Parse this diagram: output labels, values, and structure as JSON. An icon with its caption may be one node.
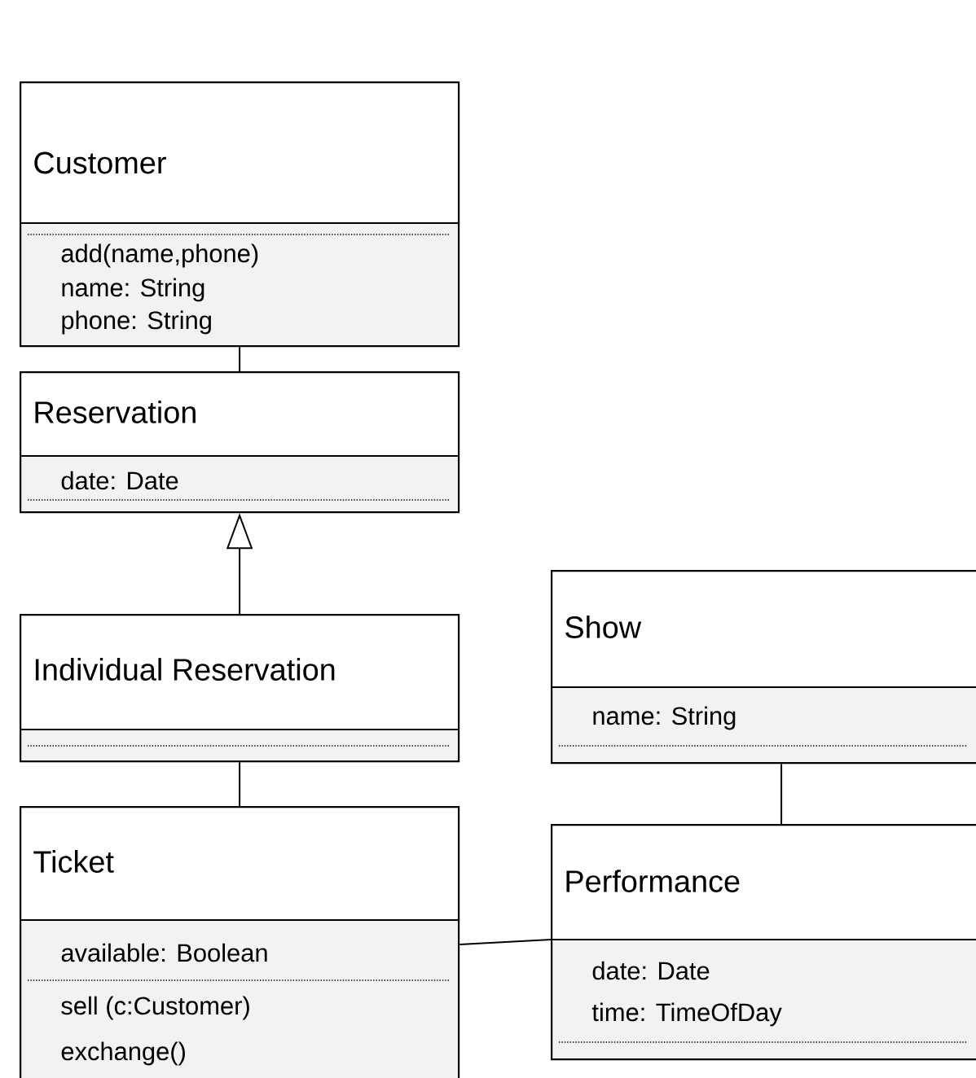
{
  "diagram": {
    "nodes": [
      {
        "text": [
          "Customer",
          "add(name,phone)",
          "name: String",
          "phone: String"
        ]
      },
      {
        "text": [
          "Reservation",
          "date: Date"
        ]
      },
      {
        "text": [
          "Individual Reservation"
        ]
      },
      {
        "text": [
          "Ticket",
          "available: Boolean",
          "sell (c:Customer)",
          "exchange()"
        ]
      },
      {
        "text": [
          "Show",
          "name: String"
        ]
      },
      {
        "text": [
          "Performance",
          "date: Date",
          "time: TimeOfDay"
        ]
      }
    ],
    "edges": [
      {
        "from": 0,
        "to": 1,
        "arrow": "none"
      },
      {
        "from": 2,
        "to": 1,
        "arrow": "to"
      },
      {
        "from": 2,
        "to": 3,
        "arrow": "none"
      },
      {
        "from": 4,
        "to": 5,
        "arrow": "none"
      },
      {
        "from": 3,
        "to": 5,
        "arrow": "none"
      }
    ]
  }
}
